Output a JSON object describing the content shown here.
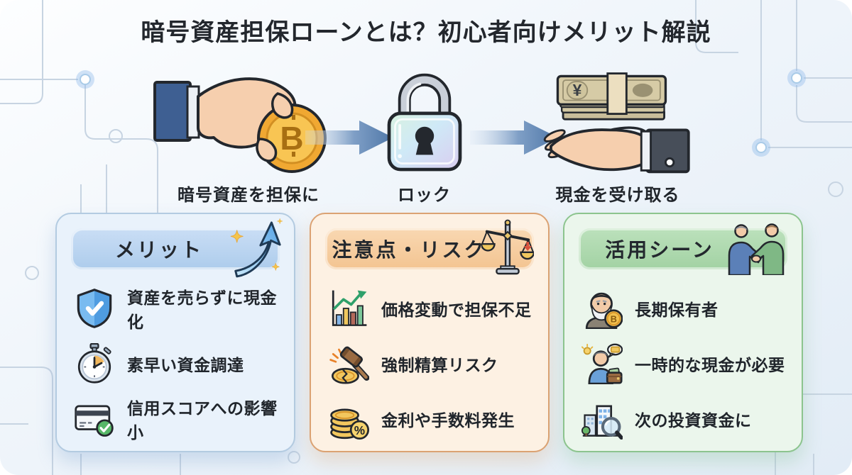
{
  "page": {
    "title": "暗号資産担保ローンとは？初心者向けメリット解説",
    "background_color": "#e8f0f8",
    "arrow_color": "#5a7fae"
  },
  "flow": {
    "steps": [
      {
        "icon": "hand-holding-bitcoin-icon",
        "label": "暗号資産を担保に"
      },
      {
        "icon": "padlock-icon",
        "label": "ロック"
      },
      {
        "icon": "cash-on-hand-icon",
        "label": "現金を受け取る"
      }
    ]
  },
  "cards": [
    {
      "id": "merit",
      "title": "メリット",
      "header_icon": "rising-arrow-icon",
      "colors": {
        "bg": "#e9f2fb",
        "border": "#b3cbe1",
        "pill": "#bcd6f1"
      },
      "items": [
        {
          "icon": "shield-check-icon",
          "label": "資産を売らずに現金化"
        },
        {
          "icon": "stopwatch-icon",
          "label": "素早い資金調達"
        },
        {
          "icon": "credit-card-check-icon",
          "label": "信用スコアへの影響小"
        }
      ]
    },
    {
      "id": "risk",
      "title": "注意点・リスク",
      "header_icon": "balance-scale-icon",
      "colors": {
        "bg": "#fdf1e3",
        "border": "#dba273",
        "pill": "#f6cda4"
      },
      "items": [
        {
          "icon": "chart-up-icon",
          "label": "価格変動で担保不足"
        },
        {
          "icon": "gavel-broken-coin-icon",
          "label": "強制精算リスク"
        },
        {
          "icon": "coins-percent-icon",
          "label": "金利や手数料発生"
        }
      ]
    },
    {
      "id": "use",
      "title": "活用シーン",
      "header_icon": "handshake-icon",
      "colors": {
        "bg": "#ebf6ec",
        "border": "#8cc48e",
        "pill": "#aed8af"
      },
      "items": [
        {
          "icon": "long-term-holder-icon",
          "label": "長期保有者"
        },
        {
          "icon": "person-wallet-icon",
          "label": "一時的な現金が必要"
        },
        {
          "icon": "building-search-icon",
          "label": "次の投資資金に"
        }
      ]
    }
  ]
}
